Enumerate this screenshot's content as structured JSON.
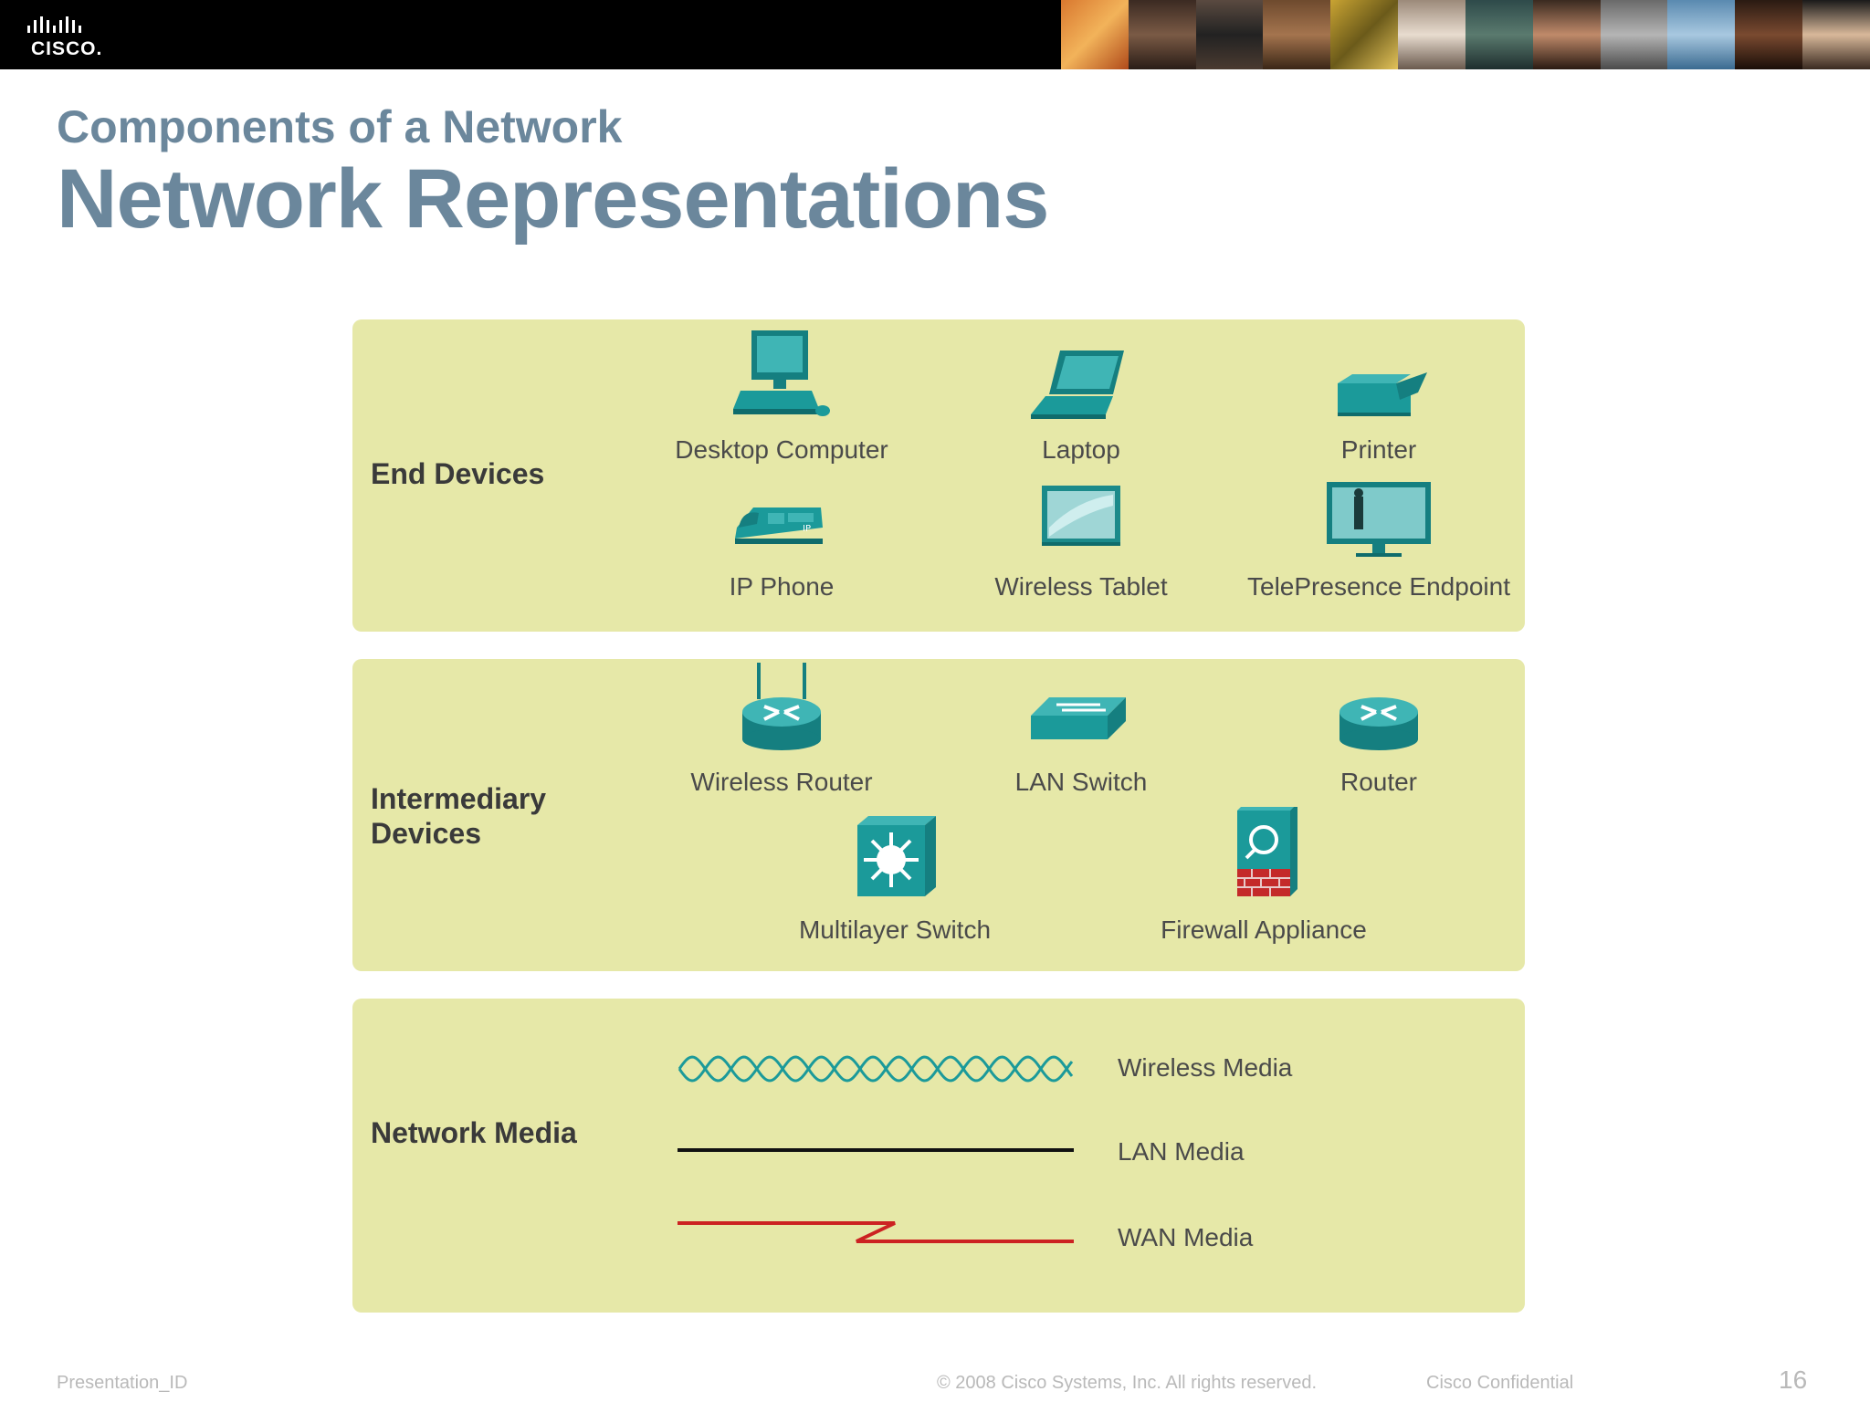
{
  "header": {
    "logo_text": "CISCO."
  },
  "slide": {
    "subtitle": "Components of a Network",
    "title": "Network Representations"
  },
  "panels": {
    "end": {
      "label": "End Devices",
      "devices": [
        "Desktop Computer",
        "Laptop",
        "Printer",
        "IP Phone",
        "Wireless Tablet",
        "TelePresence Endpoint"
      ]
    },
    "intermediary": {
      "label_line1": "Intermediary",
      "label_line2": "Devices",
      "devices": [
        "Wireless Router",
        "LAN Switch",
        "Router",
        "Multilayer Switch",
        "Firewall Appliance"
      ]
    },
    "media": {
      "label": "Network Media",
      "items": [
        "Wireless Media",
        "LAN Media",
        "WAN Media"
      ]
    }
  },
  "colors": {
    "panel": "#e6e8a8",
    "device": "#1b9a9a",
    "title": "#6b879c",
    "wan": "#cc2222"
  },
  "footer": {
    "left": "Presentation_ID",
    "center": "© 2008 Cisco Systems, Inc. All rights reserved.",
    "right": "Cisco Confidential",
    "page": "16"
  }
}
